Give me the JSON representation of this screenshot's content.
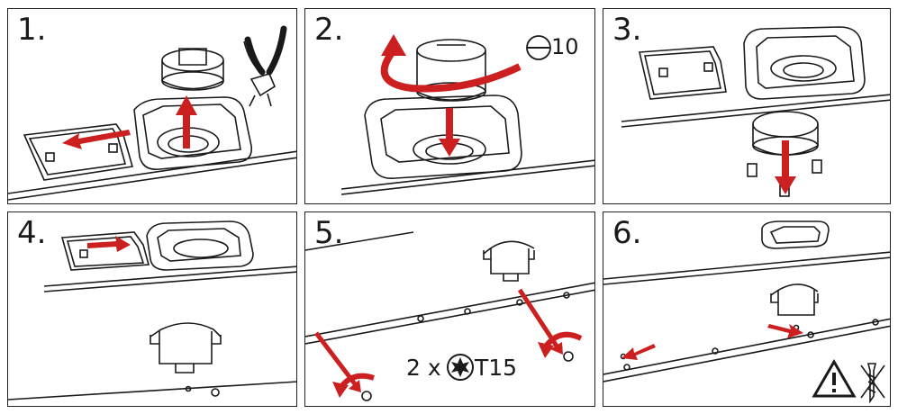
{
  "colors": {
    "arrow": "#cc1f1f",
    "line": "#1a1a1a",
    "panel_border": "#222222"
  },
  "steps": [
    {
      "label": "1.",
      "icons": [
        "cap-arrow-left-icon",
        "cap-arrow-up-icon",
        "pliers-icon"
      ]
    },
    {
      "label": "2.",
      "tool_label": "10",
      "icons": [
        "rotate-arrow-icon",
        "push-down-arrow-icon",
        "flathead-screwdriver-icon"
      ]
    },
    {
      "label": "3.",
      "icons": [
        "pull-down-arrow-icon"
      ]
    },
    {
      "label": "4.",
      "icons": [
        "slide-right-arrow-icon"
      ]
    },
    {
      "label": "5.",
      "screw_label": "2 x",
      "torx_label": "T15",
      "icons": [
        "torx-icon",
        "screwdriver-arrow-icon"
      ]
    },
    {
      "label": "6.",
      "icons": [
        "warning-triangle-icon",
        "no-screw-icon",
        "small-arrow-icon"
      ]
    }
  ]
}
